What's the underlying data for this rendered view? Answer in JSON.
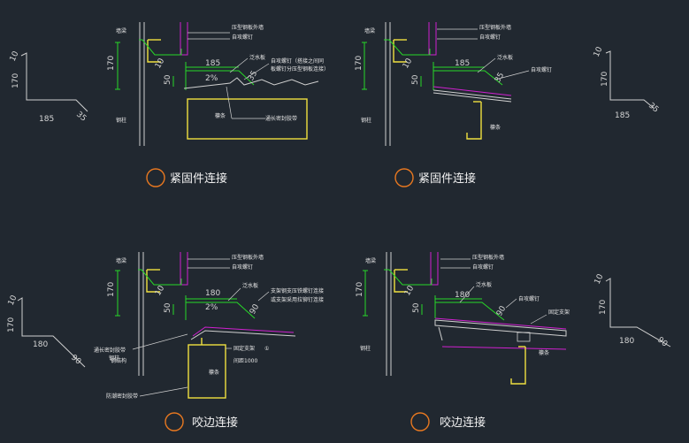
{
  "profile_left_top": {
    "d1": "10",
    "d2": "170",
    "d3": "185",
    "d4": "35"
  },
  "profile_right_top": {
    "d1": "10",
    "d2": "170",
    "d3": "185",
    "d4": "35"
  },
  "profile_left_bottom": {
    "d1": "10",
    "d2": "170",
    "d3": "180",
    "d4": "90"
  },
  "profile_right_bottom": {
    "d1": "10",
    "d2": "170",
    "d3": "180",
    "d4": "90"
  },
  "panel_tl": {
    "wall_beam": "墙梁",
    "col": "钢柱",
    "dim_170": "170",
    "dim_10": "10",
    "dim_50": "50",
    "dim_185": "185",
    "dim_35": "35",
    "slope": "2%",
    "lbl_wall": "压型钢板外墙",
    "lbl_screw": "自攻螺钉",
    "lbl_flash": "泛水板",
    "lbl_screw2a": "自攻螺钉（搭接之间同",
    "lbl_screw2b": "板螺钉分压型钢板连接）",
    "lbl_purlin": "檩条",
    "lbl_seal": "通长密封胶带"
  },
  "panel_tr": {
    "wall_beam": "墙梁",
    "col": "钢柱",
    "dim_170": "170",
    "dim_10": "10",
    "dim_50": "50",
    "dim_185": "185",
    "dim_35": "35",
    "lbl_wall": "压型钢板外墙",
    "lbl_screw": "自攻螺钉",
    "lbl_flash": "泛水板",
    "lbl_screw2": "自攻螺钉",
    "lbl_purlin": "檩条"
  },
  "panel_bl": {
    "wall_beam": "墙梁",
    "col": "钢柱",
    "dim_170": "170",
    "dim_10": "10",
    "dim_50": "50",
    "dim_180": "180",
    "dim_90": "90",
    "slope": "2%",
    "lbl_wall": "压型钢板外墙",
    "lbl_screw": "自攻螺钉",
    "lbl_flash": "泛水板",
    "lbl_bracket_a": "支架钢支压铁螺钉连接",
    "lbl_bracket_b": "或支架采用拉铆钉连接",
    "lbl_seal": "通长密封胶带",
    "lbl_support": "固定支架",
    "lbl_support_spacing": "间距1000",
    "lbl_purlin": "檩条",
    "lbl_steel": "钢结构",
    "lbl_tape": "防潮密封胶带",
    "mark_1": "①"
  },
  "panel_br": {
    "wall_beam": "墙梁",
    "col": "钢柱",
    "dim_170": "170",
    "dim_10": "10",
    "dim_50": "50",
    "dim_180": "180",
    "dim_90": "90",
    "lbl_wall": "压型钢板外墙",
    "lbl_screw": "自攻螺钉",
    "lbl_flash": "泛水板",
    "lbl_screw2": "自攻螺钉",
    "lbl_support": "固定支架",
    "lbl_purlin": "檩条"
  },
  "captions": {
    "tl": "紧固件连接",
    "tr": "紧固件连接",
    "bl": "咬边连接",
    "br": "咬边连接"
  },
  "colors": {
    "background": "#212830",
    "line": "#d0d0d0",
    "dim_green": "#28d828",
    "structure_yellow": "#f0e040",
    "wall_magenta": "#d020d0",
    "circle_orange": "#e87820"
  }
}
